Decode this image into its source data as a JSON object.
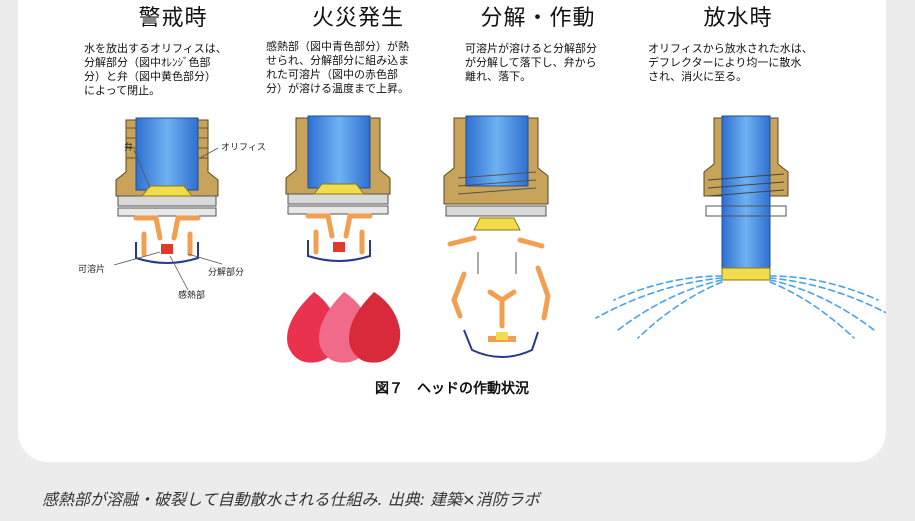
{
  "stages": [
    {
      "title": "警戒時",
      "desc": "水を放出するオリフィスは、\n分解部分（図中ｵﾚﾝｼﾞ色部\n分）と弁（図中黄色部分）\nによって閉止。"
    },
    {
      "title": "火災発生",
      "desc": "感熱部（図中青色部分）が熱\nせられ、分解部分に組み込ま\nれた可溶片（図中の赤色部\n分）が溶ける温度まで上昇。"
    },
    {
      "title": "分解・作動",
      "desc": "可溶片が溶けると分解部分\nが分解して落下し、弁から\n離れ、落下。"
    },
    {
      "title": "放水時",
      "desc": "オリフィスから放水された水は、\nデフレクターにより均一に散水\nされ、消火に至る。"
    }
  ],
  "labels": {
    "ben": "弁",
    "orifice": "オリフィス",
    "kayouhen": "可溶片",
    "bunkai": "分解部分",
    "kannetsu": "感熱部"
  },
  "figure_caption": "図７　ヘッドの作動状況",
  "credit": "感熱部が溶融・破裂して自動散水される仕組み. 出典: 建築×消防ラボ",
  "colors": {
    "water": "#3a86e0",
    "brass": "#c8a45a",
    "valve": "#f1dc4b",
    "release": "#f0a050",
    "fusible": "#e23a2a",
    "flame": "#e8324e",
    "spray": "#4aa3e6"
  }
}
